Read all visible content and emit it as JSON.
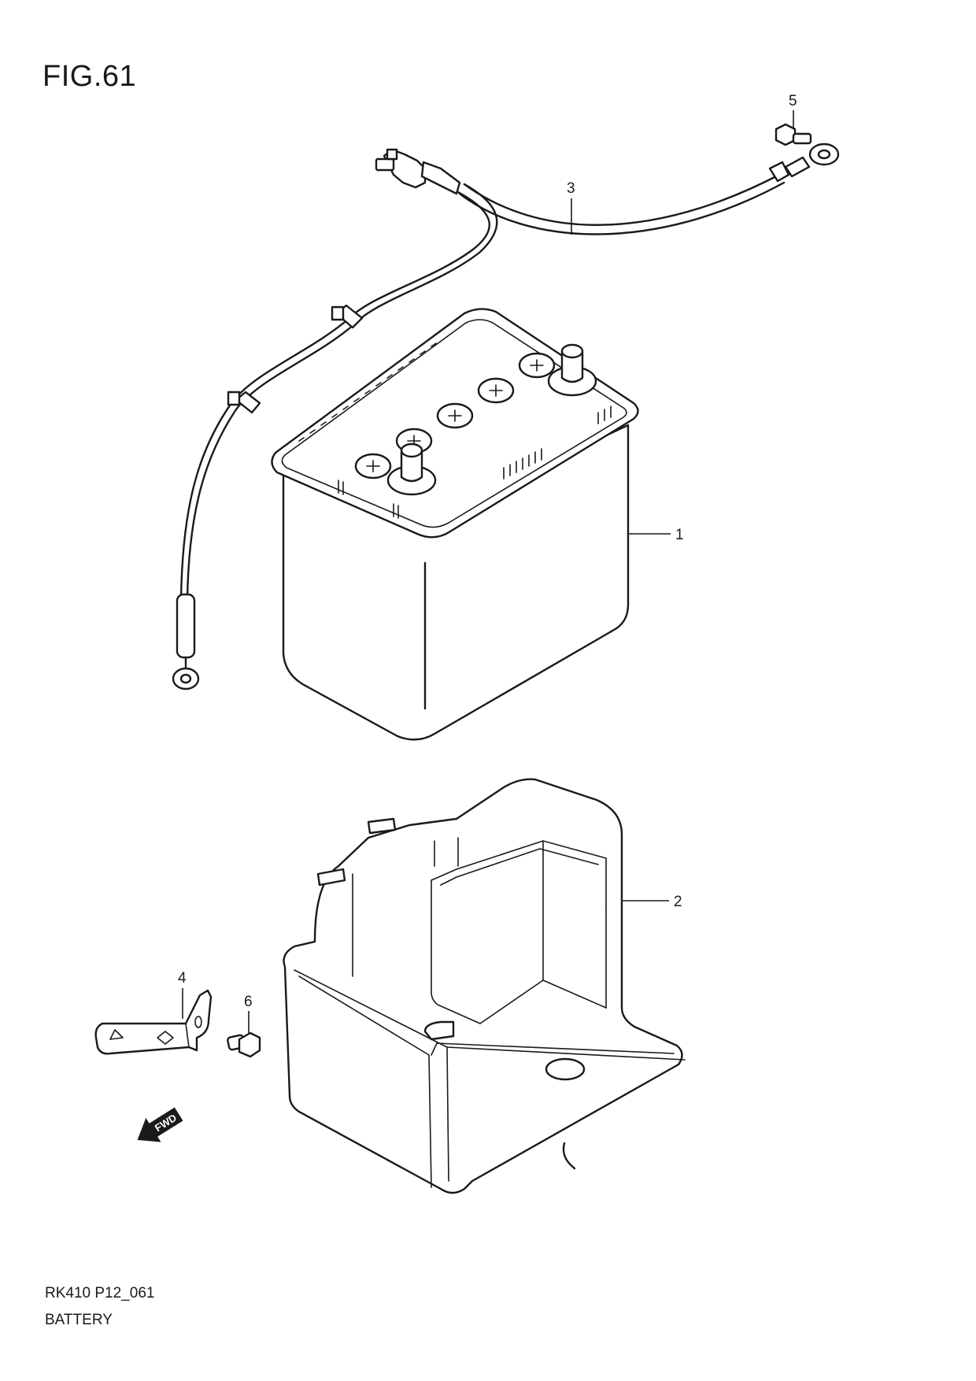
{
  "figure": {
    "title": "FIG.61"
  },
  "footer": {
    "model_code": "RK410 P12_061",
    "section_name": "BATTERY"
  },
  "callouts": [
    {
      "id": "1",
      "label": "1"
    },
    {
      "id": "2",
      "label": "2"
    },
    {
      "id": "3",
      "label": "3"
    },
    {
      "id": "4",
      "label": "4"
    },
    {
      "id": "5",
      "label": "5"
    },
    {
      "id": "6",
      "label": "6"
    }
  ],
  "direction_arrow": {
    "label": "FWD"
  },
  "icons": [
    "fwd-arrow-icon"
  ],
  "colors": {
    "line": "#1a1a1a",
    "background": "#ffffff"
  }
}
